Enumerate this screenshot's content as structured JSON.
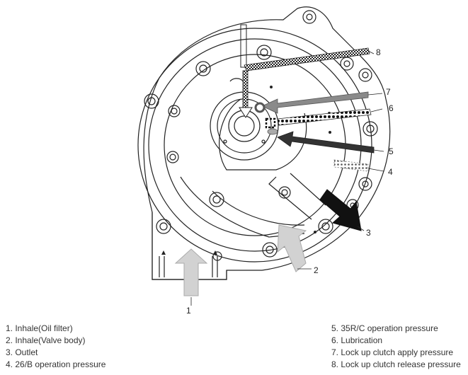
{
  "callouts": {
    "c1": "1",
    "c2": "2",
    "c3": "3",
    "c4": "4",
    "c5": "5",
    "c6": "6",
    "c7": "7",
    "c8": "8"
  },
  "legend": {
    "left": [
      "1. Inhale(Oil filter)",
      "2. Inhale(Valve body)",
      "3. Outlet",
      "4. 26/B operation pressure"
    ],
    "right": [
      "5. 35R/C operation pressure",
      "6. Lubrication",
      "7. Lock up clutch apply pressure",
      "8. Lock up clutch release pressure"
    ]
  }
}
